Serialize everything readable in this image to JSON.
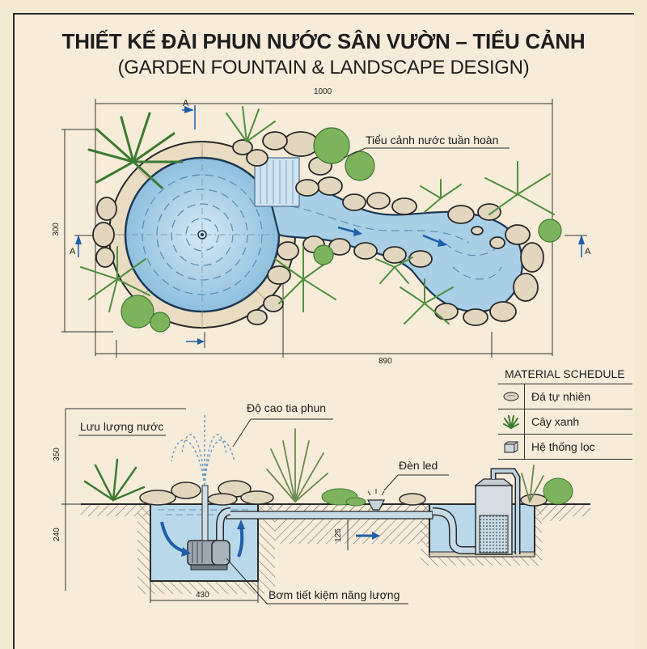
{
  "header": {
    "title": "THIẾT KẾ ĐÀI PHUN NƯỚC SÂN VƯỜN – TIỂU CẢNH",
    "subtitle": "(GARDEN FOUNTAIN & LANDSCAPE DESIGN)"
  },
  "plan_view": {
    "dimensions": {
      "overall_width": "1000",
      "height": "300",
      "inner_width": "890"
    },
    "section_marks": [
      "A",
      "A",
      "A"
    ],
    "callouts": {
      "recirculating_landscape": "Tiểu cảnh nước tuần hoàn"
    }
  },
  "section_view": {
    "dimensions": {
      "above_ground": "350",
      "below_ground": "240",
      "pipe_depth": "125",
      "basin_width": "430"
    },
    "callouts": {
      "flow_rate": "Lưu lượng nước",
      "spray_height": "Độ cao tia phun",
      "led_light": "Đèn led",
      "pump": "Bơm tiết kiệm năng lượng"
    }
  },
  "material_schedule": {
    "title": "MATERIAL SCHEDULE",
    "items": [
      {
        "icon": "stone-icon",
        "label": "Đá tự nhiên"
      },
      {
        "icon": "plant-icon",
        "label": "Cây xanh"
      },
      {
        "icon": "filter-box-icon",
        "label": "Hệ thống lọc"
      }
    ]
  },
  "colors": {
    "paper": "#f3e8d2",
    "water": "#a9cfe6",
    "water_dark": "#6fa6cc",
    "stone": "#e3d6bf",
    "plant": "#5e9a4a",
    "plant_dark": "#3d7a33",
    "arrow_blue": "#1f5fa8",
    "line": "#2a2a2a"
  }
}
